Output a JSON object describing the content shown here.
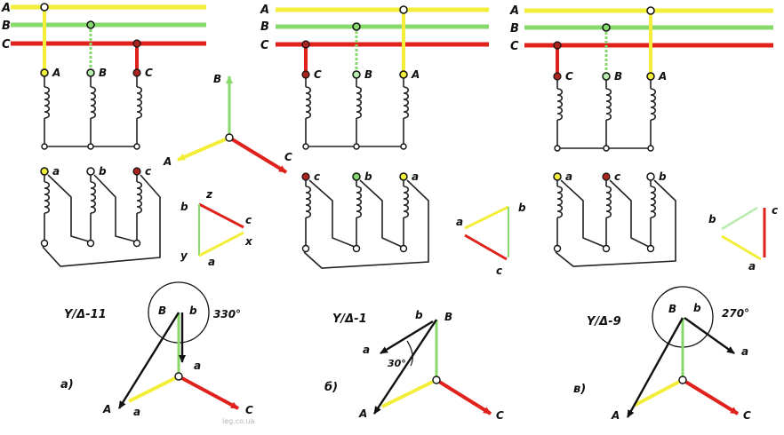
{
  "colors": {
    "phase_A": "#f2ee3a",
    "phase_B": "#86d96a",
    "phase_C": "#e0221c",
    "line": "#1a1a1a"
  },
  "bus_labels": [
    "A",
    "B",
    "C"
  ],
  "panels": [
    {
      "id": "a",
      "caption": "а)",
      "group_label": "Y/Δ-11",
      "angle_label": "330°",
      "primary_terminals": [
        "A",
        "B",
        "C"
      ],
      "secondary_terminals": [
        "a",
        "b",
        "c"
      ],
      "triangle_labels": [
        "z",
        "b",
        "c",
        "y",
        "a",
        "x"
      ],
      "phasor_labels": [
        "B",
        "b",
        "a",
        "A",
        "a",
        "C"
      ]
    },
    {
      "id": "b",
      "caption": "б)",
      "group_label": "Y/Δ-1",
      "angle_label": "30°",
      "primary_terminals": [
        "C",
        "B",
        "A"
      ],
      "secondary_terminals": [
        "c",
        "b",
        "a"
      ],
      "triangle_labels": [
        "a",
        "b",
        "c"
      ],
      "phasor_labels": [
        "b",
        "B",
        "a",
        "A",
        "C"
      ]
    },
    {
      "id": "c",
      "caption": "в)",
      "group_label": "Y/Δ-9",
      "angle_label": "270°",
      "primary_terminals": [
        "C",
        "B",
        "A"
      ],
      "secondary_terminals": [
        "a",
        "c",
        "b"
      ],
      "triangle_labels": [
        "b",
        "c",
        "a"
      ],
      "phasor_labels": [
        "B",
        "b",
        "a",
        "A",
        "C"
      ]
    }
  ],
  "primary_star_labels": [
    "B",
    "A",
    "C"
  ],
  "watermark": "leg.co.ua"
}
